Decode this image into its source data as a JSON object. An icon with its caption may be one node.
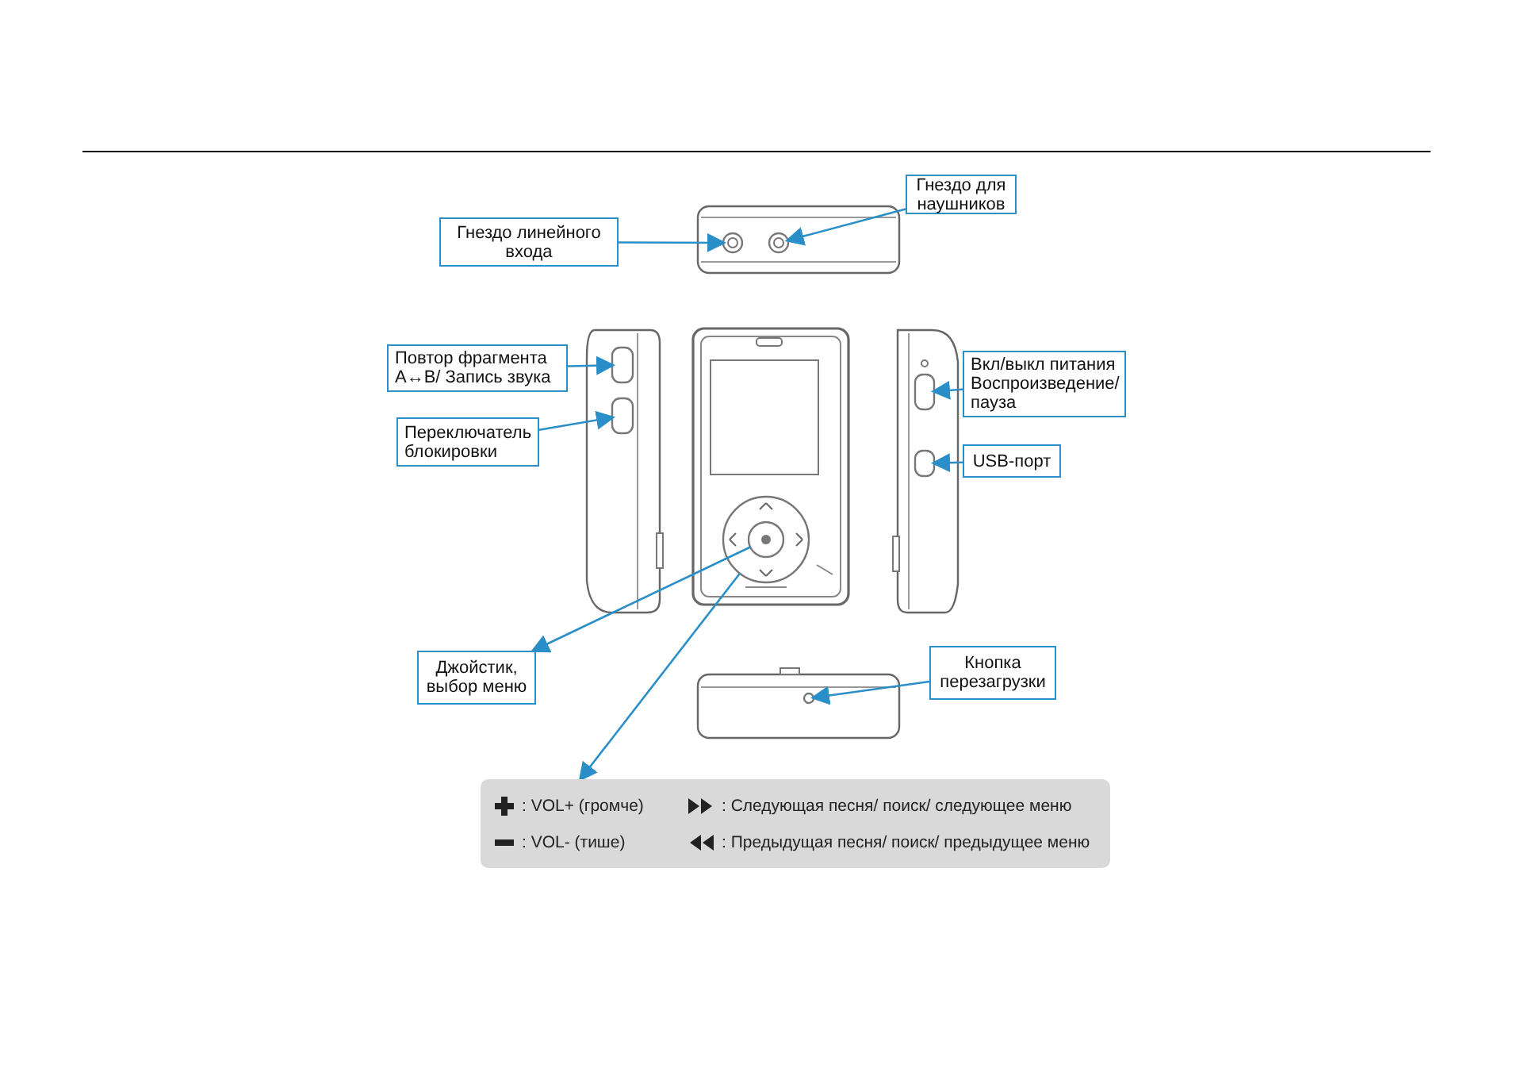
{
  "diagram": {
    "nodes": [
      {
        "text": [
          "Гнездо линейного входа"
        ]
      },
      {
        "text": [
          "Гнездо для наушников"
        ]
      },
      {
        "text": [
          "Повтор фрагмента A↔B/ Запись звука"
        ]
      },
      {
        "text": [
          "Переключатель блокировки"
        ]
      },
      {
        "text": [
          "Вкл/выкл питания Воспроизведение/ пауза"
        ]
      },
      {
        "text": [
          "USB-порт"
        ]
      },
      {
        "text": [
          "Джойстик, выбор меню"
        ]
      },
      {
        "text": [
          "Кнопка перезагрузки"
        ]
      },
      {
        "text": [
          ": VOL+ (громче)",
          ": Следующая песня/ поиск/ следующее меню",
          ": VOL- (тише)",
          ": Предыдущая песня/ поиск/ предыдущее меню"
        ]
      },
      {
        "text": [],
        "shape": "circle"
      },
      {
        "text": [],
        "shape": "circle"
      },
      {
        "text": [],
        "shape": "box"
      },
      {
        "text": [],
        "shape": "box"
      },
      {
        "text": [],
        "shape": "box"
      },
      {
        "text": [],
        "shape": "box"
      },
      {
        "text": [],
        "shape": "circle",
        "in": 17
      },
      {
        "text": [],
        "shape": "circle"
      },
      {
        "text": [],
        "shape": "circle"
      }
    ],
    "edges": [
      {
        "from": 0,
        "to": 9,
        "arrow": "to"
      },
      {
        "from": 1,
        "to": 10,
        "arrow": "to"
      },
      {
        "from": 2,
        "to": 11,
        "arrow": "to"
      },
      {
        "from": 3,
        "to": 12,
        "arrow": "to"
      },
      {
        "from": 4,
        "to": 13,
        "arrow": "to"
      },
      {
        "from": 5,
        "to": 14,
        "arrow": "to"
      },
      {
        "from": 15,
        "to": 6,
        "arrow": "to"
      },
      {
        "from": 7,
        "to": 16,
        "arrow": "to"
      },
      {
        "from": 17,
        "to": 8,
        "arrow": "to"
      }
    ]
  }
}
